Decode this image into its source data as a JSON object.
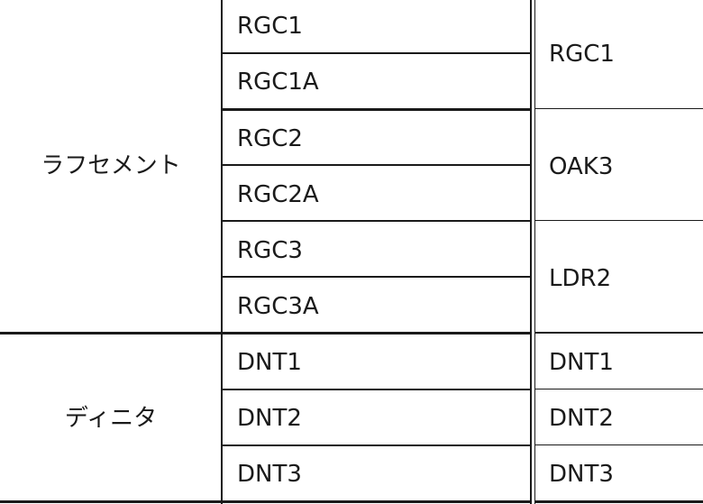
{
  "groups": [
    {
      "category": "ラフセメント",
      "codes": [
        "RGC1",
        "RGC1A",
        "RGC2",
        "RGC2A",
        "RGC3",
        "RGC3A"
      ],
      "results": [
        "RGC1",
        "OAK3",
        "LDR2"
      ]
    },
    {
      "category": "ディニタ",
      "codes": [
        "DNT1",
        "DNT2",
        "DNT3"
      ],
      "results": [
        "DNT1",
        "DNT2",
        "DNT3"
      ]
    }
  ]
}
